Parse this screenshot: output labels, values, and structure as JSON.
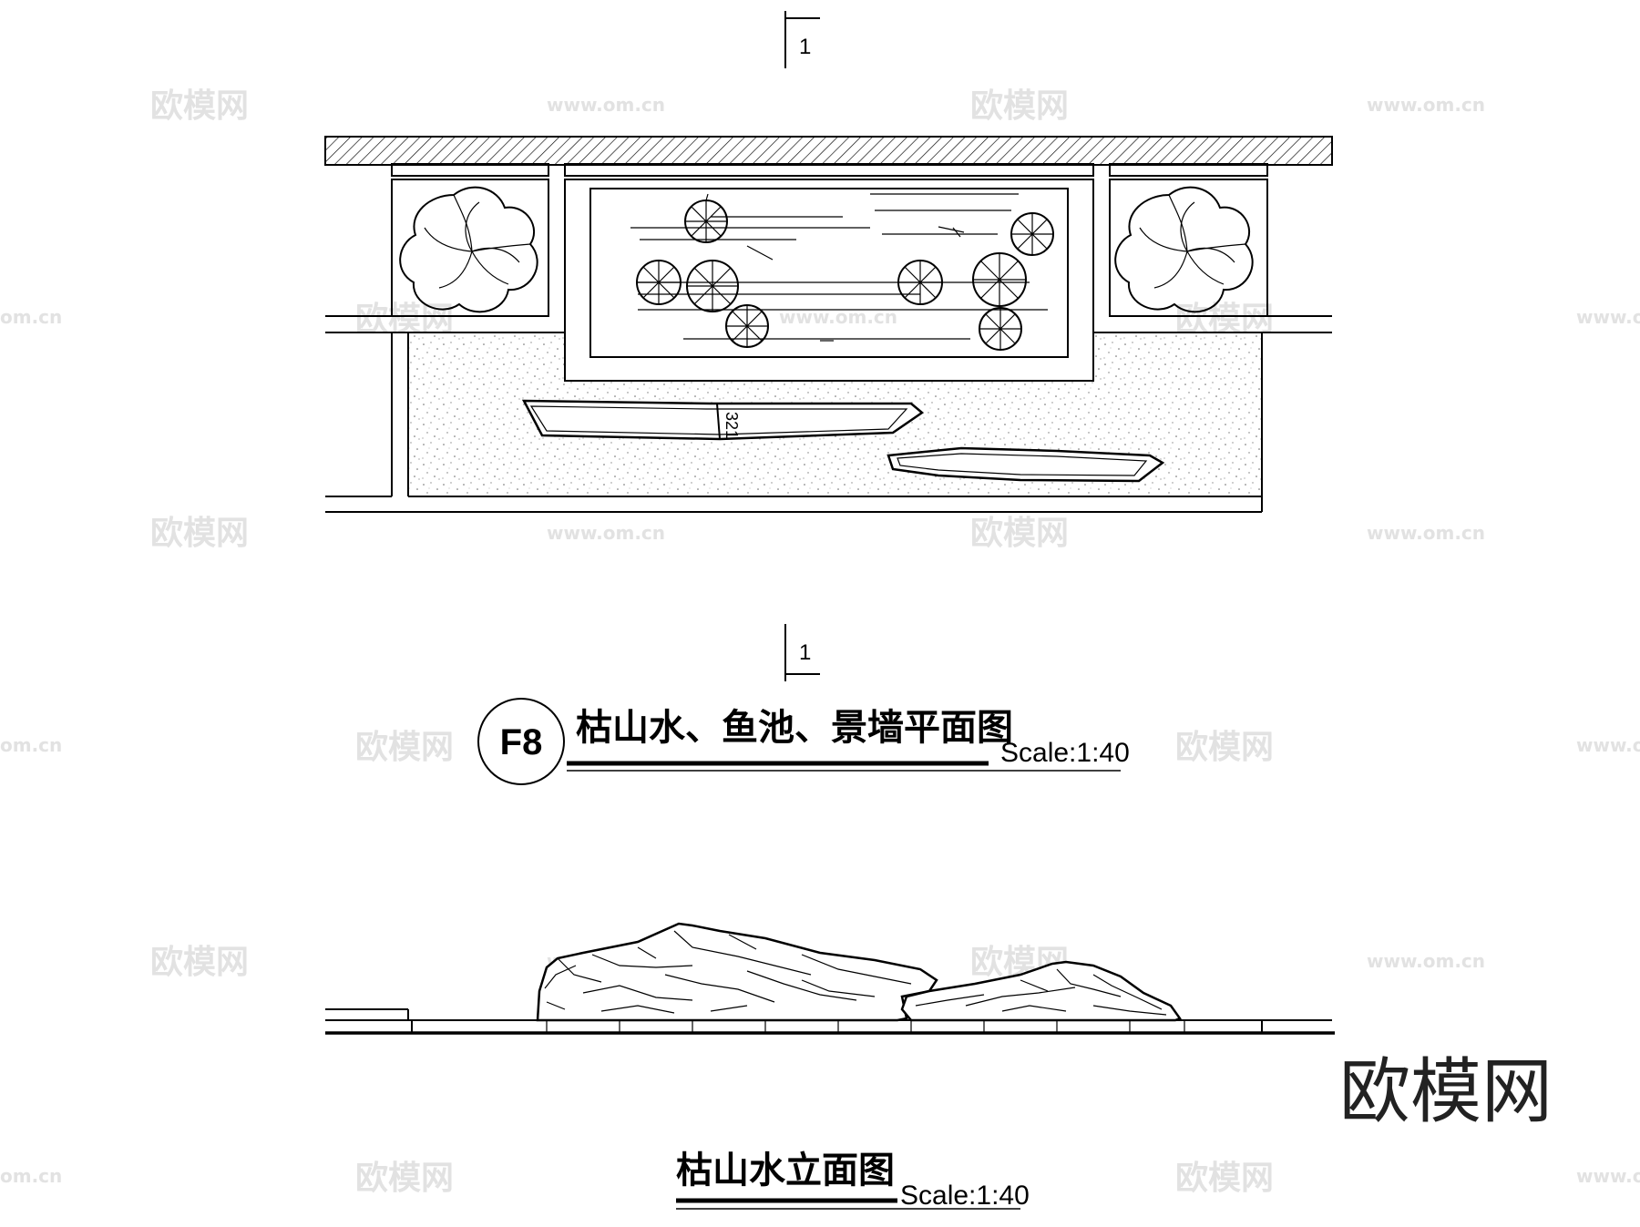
{
  "plan": {
    "tag": "F8",
    "title": "枯山水、鱼池、景墙平面图",
    "scale": "Scale:1:40",
    "section_mark": "1",
    "stone_label": "321"
  },
  "elevation": {
    "title": "枯山水立面图",
    "scale": "Scale:1:40"
  },
  "watermarks": {
    "brand": "欧模网",
    "url": "www.om.cn",
    "partial_url": "om.cn"
  },
  "logo": "欧模网"
}
